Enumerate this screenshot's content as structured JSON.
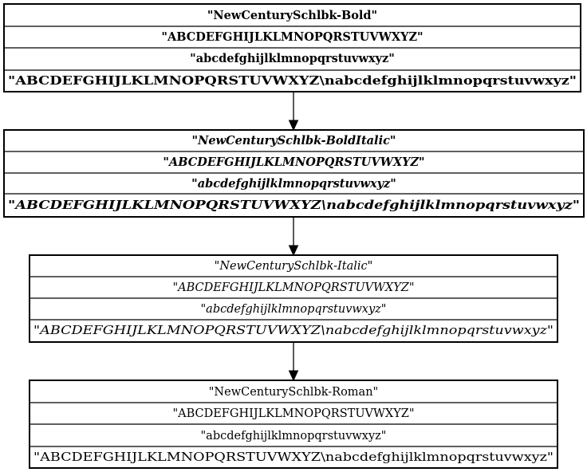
{
  "nodes": [
    {
      "id": "bold",
      "style": "bold",
      "rows": [
        "\"NewCenturySchlbk-Bold\"",
        "\"ABCDEFGHIJLKLMNOPQRSTUVWXYZ\"",
        "\"abcdefghijlklmnopqrstuvwxyz\"",
        "\"ABCDEFGHIJLKLMNOPQRSTUVWXYZ\\nabcdefghijlklmnopqrstuvwxyz\""
      ]
    },
    {
      "id": "bold-italic",
      "style": "bold-italic",
      "rows": [
        "\"NewCenturySchlbk-BoldItalic\"",
        "\"ABCDEFGHIJLKLMNOPQRSTUVWXYZ\"",
        "\"abcdefghijlklmnopqrstuvwxyz\"",
        "\"ABCDEFGHIJLKLMNOPQRSTUVWXYZ\\nabcdefghijlklmnopqrstuvwxyz\""
      ]
    },
    {
      "id": "italic",
      "style": "italic",
      "rows": [
        "\"NewCenturySchlbk-Italic\"",
        "\"ABCDEFGHIJLKLMNOPQRSTUVWXYZ\"",
        "\"abcdefghijlklmnopqrstuvwxyz\"",
        "\"ABCDEFGHIJLKLMNOPQRSTUVWXYZ\\nabcdefghijlklmnopqrstuvwxyz\""
      ]
    },
    {
      "id": "roman",
      "style": "roman",
      "rows": [
        "\"NewCenturySchlbk-Roman\"",
        "\"ABCDEFGHIJLKLMNOPQRSTUVWXYZ\"",
        "\"abcdefghijlklmnopqrstuvwxyz\"",
        "\"ABCDEFGHIJLKLMNOPQRSTUVWXYZ\\nabcdefghijlklmnopqrstuvwxyz\""
      ]
    }
  ],
  "edges": [
    {
      "from": "bold",
      "to": "bold-italic"
    },
    {
      "from": "bold-italic",
      "to": "italic"
    },
    {
      "from": "italic",
      "to": "roman"
    }
  ]
}
